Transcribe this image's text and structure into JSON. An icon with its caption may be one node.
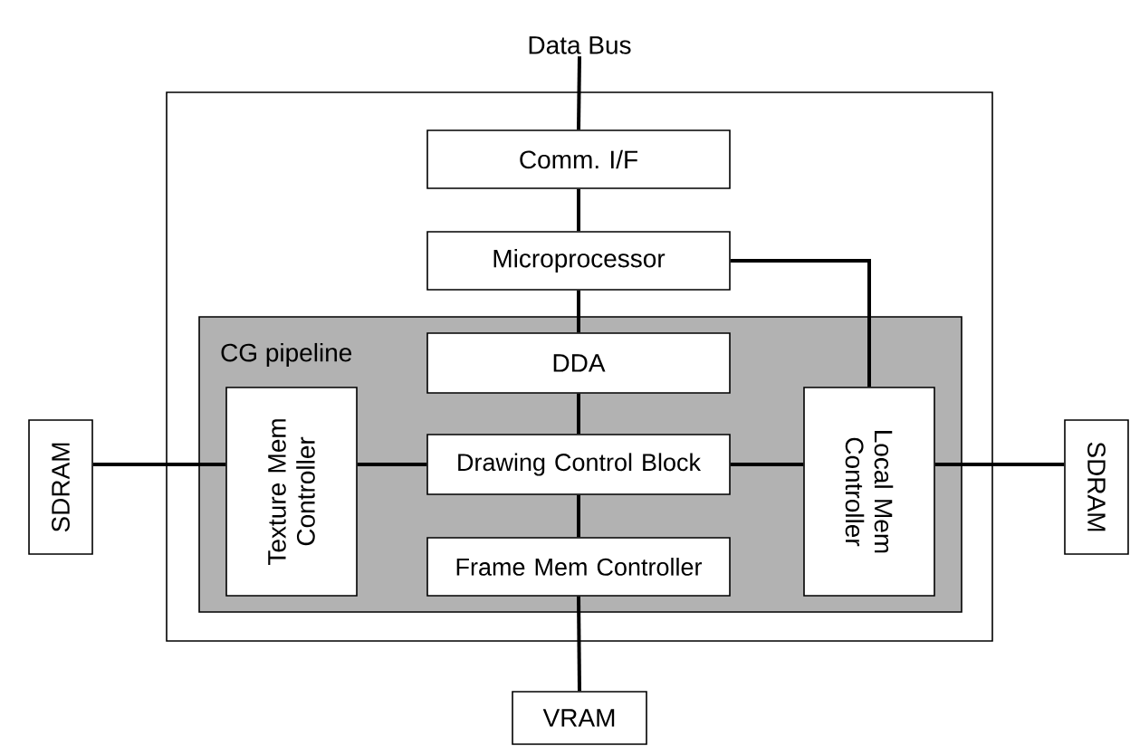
{
  "diagram": {
    "nodes": [
      {
        "text": [
          "Data Bus"
        ]
      },
      {
        "text": [],
        "shape": "box"
      },
      {
        "text": [
          "Comm. I/F"
        ],
        "in": 1
      },
      {
        "text": [
          "Microprocessor"
        ],
        "in": 1
      },
      {
        "text": [
          "CG pipeline"
        ],
        "in": 1
      },
      {
        "text": [
          "DDA"
        ],
        "in": 4
      },
      {
        "text": [
          "Texture Mem Controller"
        ],
        "in": 4
      },
      {
        "text": [
          "Drawing Control Block"
        ],
        "in": 4
      },
      {
        "text": [
          "Local Mem Controller"
        ],
        "in": 4
      },
      {
        "text": [
          "Frame Mem Controller"
        ],
        "in": 4
      },
      {
        "text": [
          "SDRAM"
        ]
      },
      {
        "text": [
          "SDRAM"
        ]
      },
      {
        "text": [
          "VRAM"
        ]
      }
    ],
    "edges": [
      {
        "from": 0,
        "to": 2,
        "arrow": "none"
      },
      {
        "from": 2,
        "to": 3,
        "arrow": "none"
      },
      {
        "from": 3,
        "to": 5,
        "arrow": "none"
      },
      {
        "from": 3,
        "to": 8,
        "arrow": "none"
      },
      {
        "from": 5,
        "to": 7,
        "arrow": "none"
      },
      {
        "from": 6,
        "to": 7,
        "arrow": "none"
      },
      {
        "from": 7,
        "to": 8,
        "arrow": "none"
      },
      {
        "from": 7,
        "to": 9,
        "arrow": "none"
      },
      {
        "from": 10,
        "to": 6,
        "arrow": "none"
      },
      {
        "from": 8,
        "to": 11,
        "arrow": "none"
      },
      {
        "from": 9,
        "to": 12,
        "arrow": "none"
      }
    ]
  }
}
